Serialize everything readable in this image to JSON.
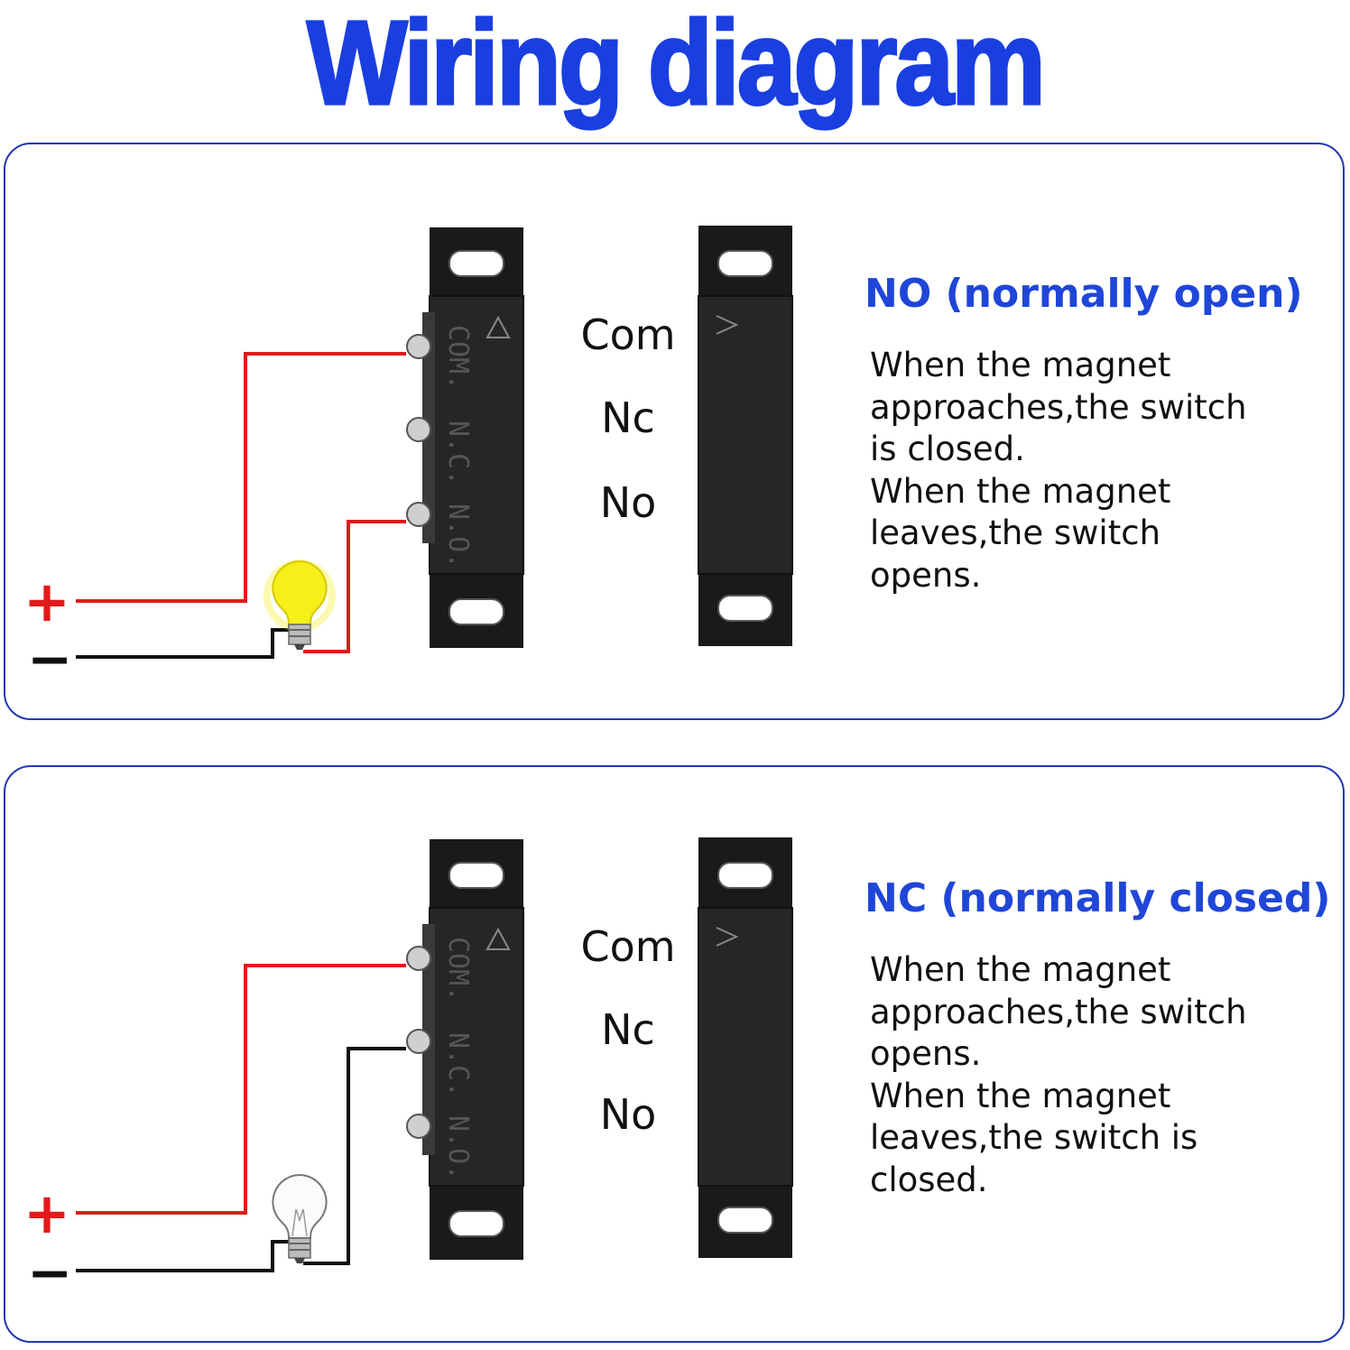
{
  "title": "Wiring diagram",
  "panels": [
    {
      "heading": "NO (normally open)",
      "terminals": [
        "Com",
        "Nc",
        "No"
      ],
      "description": [
        "When the magnet",
        "approaches,the switch",
        "is closed.",
        "When the magnet",
        "leaves,the switch",
        "opens."
      ],
      "bulb": "lit"
    },
    {
      "heading": "NC (normally closed)",
      "terminals": [
        "Com",
        "Nc",
        "No"
      ],
      "description": [
        "When the magnet",
        "approaches,the switch",
        "opens.",
        "When the magnet",
        "leaves,the switch is",
        "closed."
      ],
      "bulb": "off"
    }
  ],
  "polarity": {
    "positive": "+",
    "negative": "−"
  },
  "sensor_markings": [
    "COM.",
    "N.C.",
    "N.O."
  ],
  "colors": {
    "title": "#1a3fe0",
    "heading": "#1f46d8",
    "border": "#2236b8",
    "wire_positive": "#e01b1b",
    "wire_negative": "#111111",
    "bulb_lit": "#f5ef1a"
  }
}
